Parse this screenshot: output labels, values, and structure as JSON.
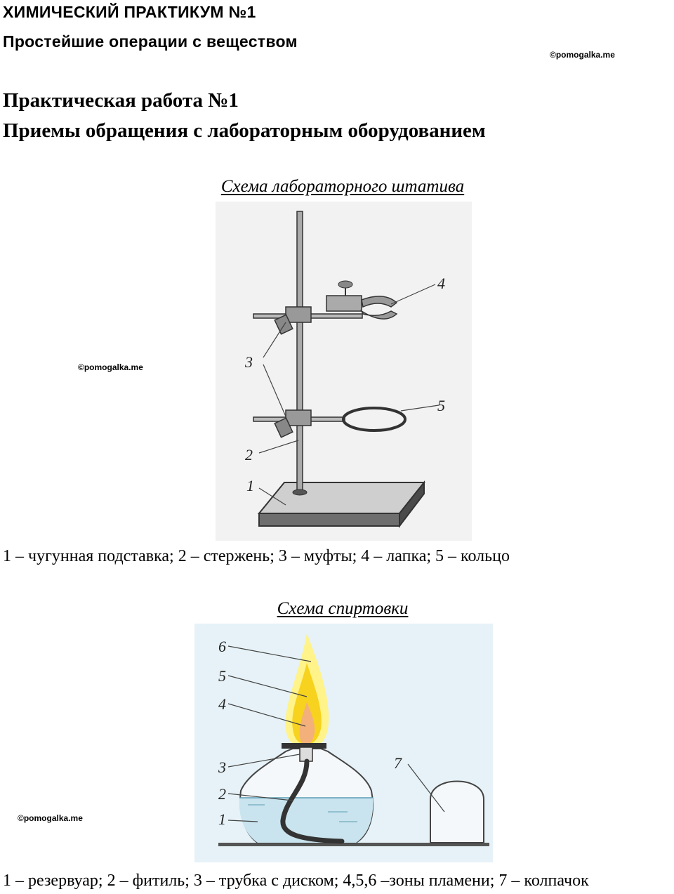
{
  "header": {
    "title": "ХИМИЧЕСКИЙ ПРАКТИКУМ №1",
    "subtitle": "Простейшие операции с веществом",
    "watermark": "©pomogalka.me"
  },
  "work": {
    "title": "Практическая работа №1",
    "subtitle": "Приемы обращения с лабораторным оборудованием"
  },
  "stand": {
    "caption": "Схема лабораторного штатива",
    "watermark": "©pomogalka.me",
    "labels": [
      "1",
      "2",
      "3",
      "4",
      "5"
    ],
    "legend": "1 – чугунная подставка; 2 – стержень; 3 – муфты; 4 – лапка; 5 – кольцо"
  },
  "lamp": {
    "caption": "Схема спиртовки",
    "watermark": "©pomogalka.me",
    "labels": [
      "1",
      "2",
      "3",
      "4",
      "5",
      "6",
      "7"
    ],
    "legend": "1 – резервуар; 2 – фитиль; 3 – трубка с диском; 4,5,6 –зоны пламени; 7 – колпачок"
  }
}
